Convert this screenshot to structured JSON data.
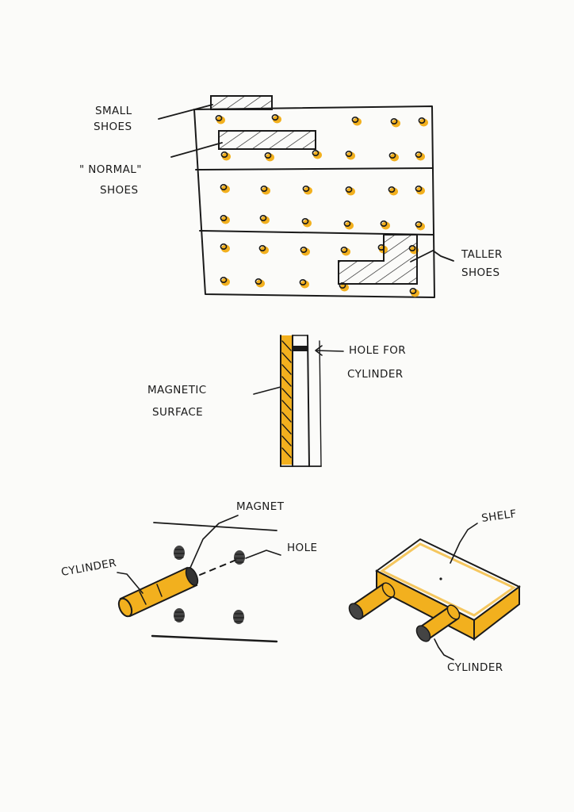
{
  "colors": {
    "ink": "#1a1a1a",
    "accent": "#f2b01e",
    "paper": "#fbfbf9"
  },
  "pegboard": {
    "label_small_1": "SMALL",
    "label_small_2": "SHOES",
    "label_normal_1": "\" NORMAL\"",
    "label_normal_2": "SHOES",
    "label_taller_1": "TALLER",
    "label_taller_2": "SHOES"
  },
  "section": {
    "label_hole_1": "HOLE FOR",
    "label_hole_2": "CYLINDER",
    "label_magnetic_1": "MAGNETIC",
    "label_magnetic_2": "SURFACE"
  },
  "detail": {
    "label_magnet": "MAGNET",
    "label_hole": "HOLE",
    "label_cylinder": "CYLINDER"
  },
  "shelf": {
    "label_shelf": "SHELF",
    "label_cylinder": "CYLINDER"
  }
}
